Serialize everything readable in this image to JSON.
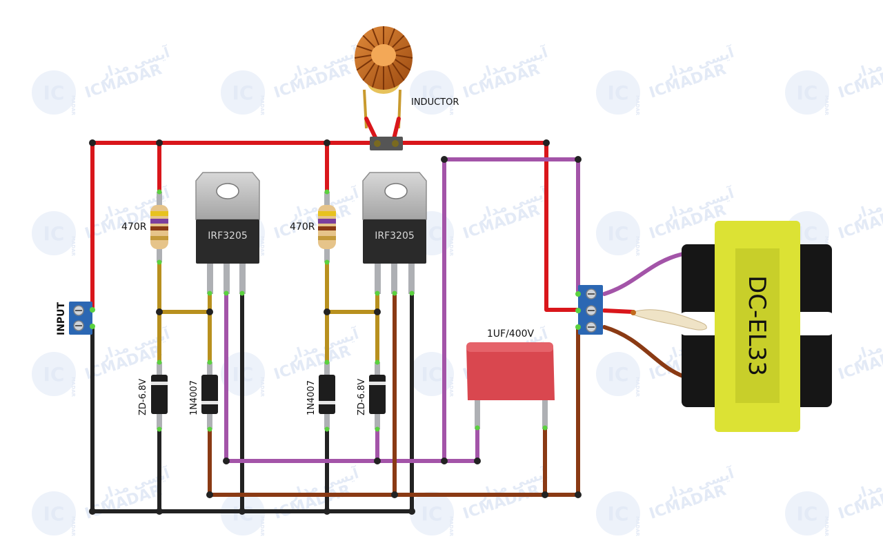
{
  "labels": {
    "inductor": "INDUCTOR",
    "resistor_left": "470R",
    "resistor_right": "470R",
    "mosfet_left": "IRF3205",
    "mosfet_right": "IRF3205",
    "input": "INPUT",
    "zener_left": "ZD-6.8V",
    "diode_left": "1N4007",
    "diode_right": "1N4007",
    "zener_right": "ZD-6.8V",
    "capacitor": "1UF/400V",
    "transformer": "DC-EL33"
  },
  "watermark": {
    "logo": "IC",
    "sub": "MADAR",
    "brand": "ICMADAR",
    "brand_fa": "آیسی مدار"
  },
  "colors": {
    "positive": "#d9161b",
    "ground": "#222222",
    "gate": "#b8901e",
    "purple": "#a354a8",
    "brown": "#8a3a14",
    "terminal": "#2b67b3",
    "capacitor": "#d9474f",
    "transformer_bobbin": "#dce234",
    "transformer_core": "#161616",
    "copper": "#c06a1e"
  }
}
